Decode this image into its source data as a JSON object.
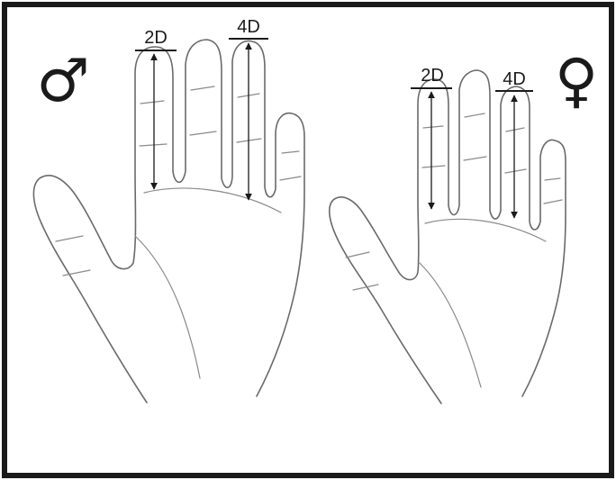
{
  "male_hand": {
    "symbol": "♂",
    "index_label": "2D",
    "ring_label": "4D"
  },
  "female_hand": {
    "symbol": "♀",
    "index_label": "2D",
    "ring_label": "4D"
  },
  "colors": {
    "frame": "#1a1a1a",
    "outline": "#6a6a6a",
    "crease": "#8a8a8a",
    "ink": "#1a1a1a"
  }
}
